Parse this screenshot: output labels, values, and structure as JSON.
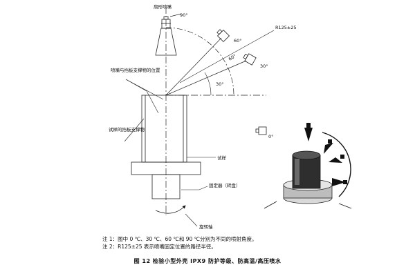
{
  "labels": {
    "fan_nozzle": "扇形喷嘴",
    "angle_90": "90°",
    "angle_60": "60°",
    "angle_30": "30°",
    "angle_0": "0°",
    "radius": "R125±25",
    "nozzle_support": "喷嘴与挡板支撑物的位置",
    "specimen_support": "试样的挡板支撑物",
    "specimen": "试样",
    "fixture": "固定器（转盘）",
    "rotation_axis": "旋转轴"
  },
  "notes": {
    "note1": "注 1：图中 0 ℃、30 ℃、60 ℃和 90 ℃分别为不同的喷射角度。",
    "note2": "注 2：R125±25 表示喷嘴固定位置的路径半径。"
  },
  "caption": "图 12   检验小型外壳 IPX9 防护等级、防高温/高压喷水"
}
